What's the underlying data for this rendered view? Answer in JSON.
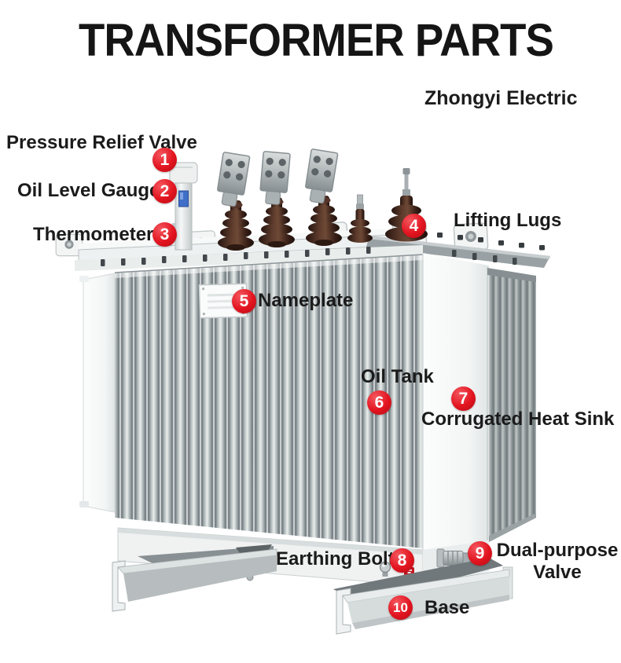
{
  "header": {
    "title": "TRANSFORMER PARTS",
    "brand": "Zhongyi Electric"
  },
  "colors": {
    "badge_red": "#e2141f",
    "label_text": "#1b1b1b",
    "tank_white": "#f2f4f4",
    "fin_gray": "#9aa3a6",
    "bushing_brown": "#46291f"
  },
  "parts": [
    {
      "num": "1",
      "label": "Pressure Relief Valve"
    },
    {
      "num": "2",
      "label": "Oil Level Gauge"
    },
    {
      "num": "3",
      "label": "Thermometer"
    },
    {
      "num": "4",
      "label": "Lifting Lugs"
    },
    {
      "num": "5",
      "label": "Nameplate"
    },
    {
      "num": "6",
      "label": "Oil Tank"
    },
    {
      "num": "7",
      "label": "Corrugated Heat Sink"
    },
    {
      "num": "8",
      "label": "Earthing Bolt"
    },
    {
      "num": "9",
      "label": "Dual-purpose Valve",
      "line1": "Dual-purpose",
      "line2": "Valve"
    },
    {
      "num": "10",
      "label": "Base"
    }
  ]
}
